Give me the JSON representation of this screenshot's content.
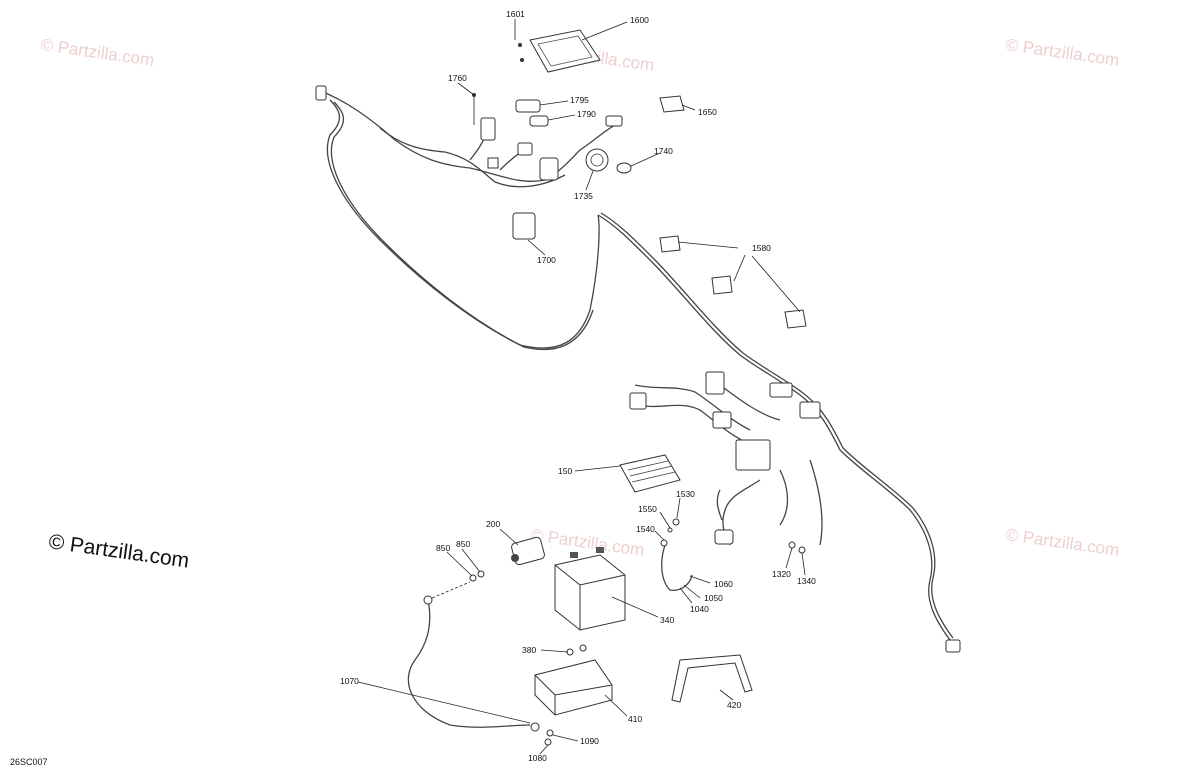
{
  "diagram": {
    "code": "26SC007",
    "watermark_main": "© Partzilla.com",
    "watermark_faint": "© Partzilla.com",
    "callouts": {
      "c1601": "1601",
      "c1600": "1600",
      "c1760": "1760",
      "c1795": "1795",
      "c1790": "1790",
      "c1650": "1650",
      "c1740": "1740",
      "c1735": "1735",
      "c1700": "1700",
      "c1580": "1580",
      "c150": "150",
      "c1550": "1550",
      "c1530": "1530",
      "c1540": "1540",
      "c200": "200",
      "c850a": "850",
      "c850b": "850",
      "c1060": "1060",
      "c1050": "1050",
      "c1040": "1040",
      "c1320": "1320",
      "c1340": "1340",
      "c340": "340",
      "c380": "380",
      "c1070": "1070",
      "c410": "410",
      "c420": "420",
      "c1090": "1090",
      "c1080": "1080"
    }
  }
}
